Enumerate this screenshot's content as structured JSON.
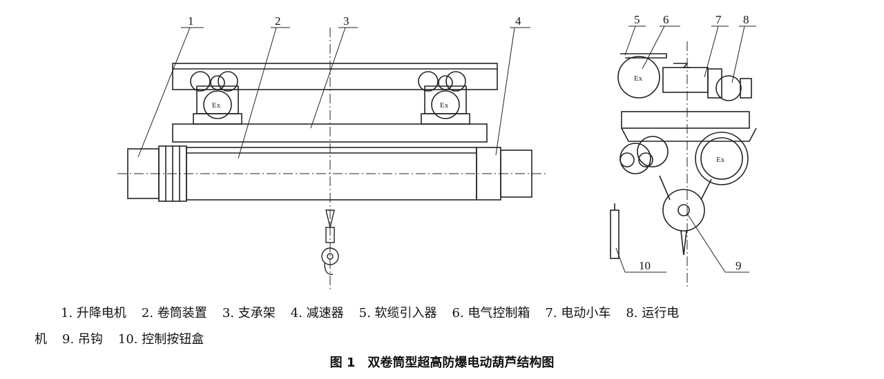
{
  "diagram": {
    "part_numbers": [
      "1",
      "2",
      "3",
      "4",
      "5",
      "6",
      "7",
      "8",
      "9",
      "10"
    ],
    "explosion_proof_mark": "Ex"
  },
  "legend": {
    "line1": [
      "1. 升降电机",
      "2. 卷筒装置",
      "3. 支承架",
      "4. 减速器",
      "5. 软缆引入器",
      "6. 电气控制箱",
      "7. 电动小车",
      "8. 运行电"
    ],
    "line2": [
      "机",
      "9. 吊钩",
      "10. 控制按钮盒"
    ]
  },
  "caption": "图 1　双卷筒型超高防爆电动葫芦结构图"
}
